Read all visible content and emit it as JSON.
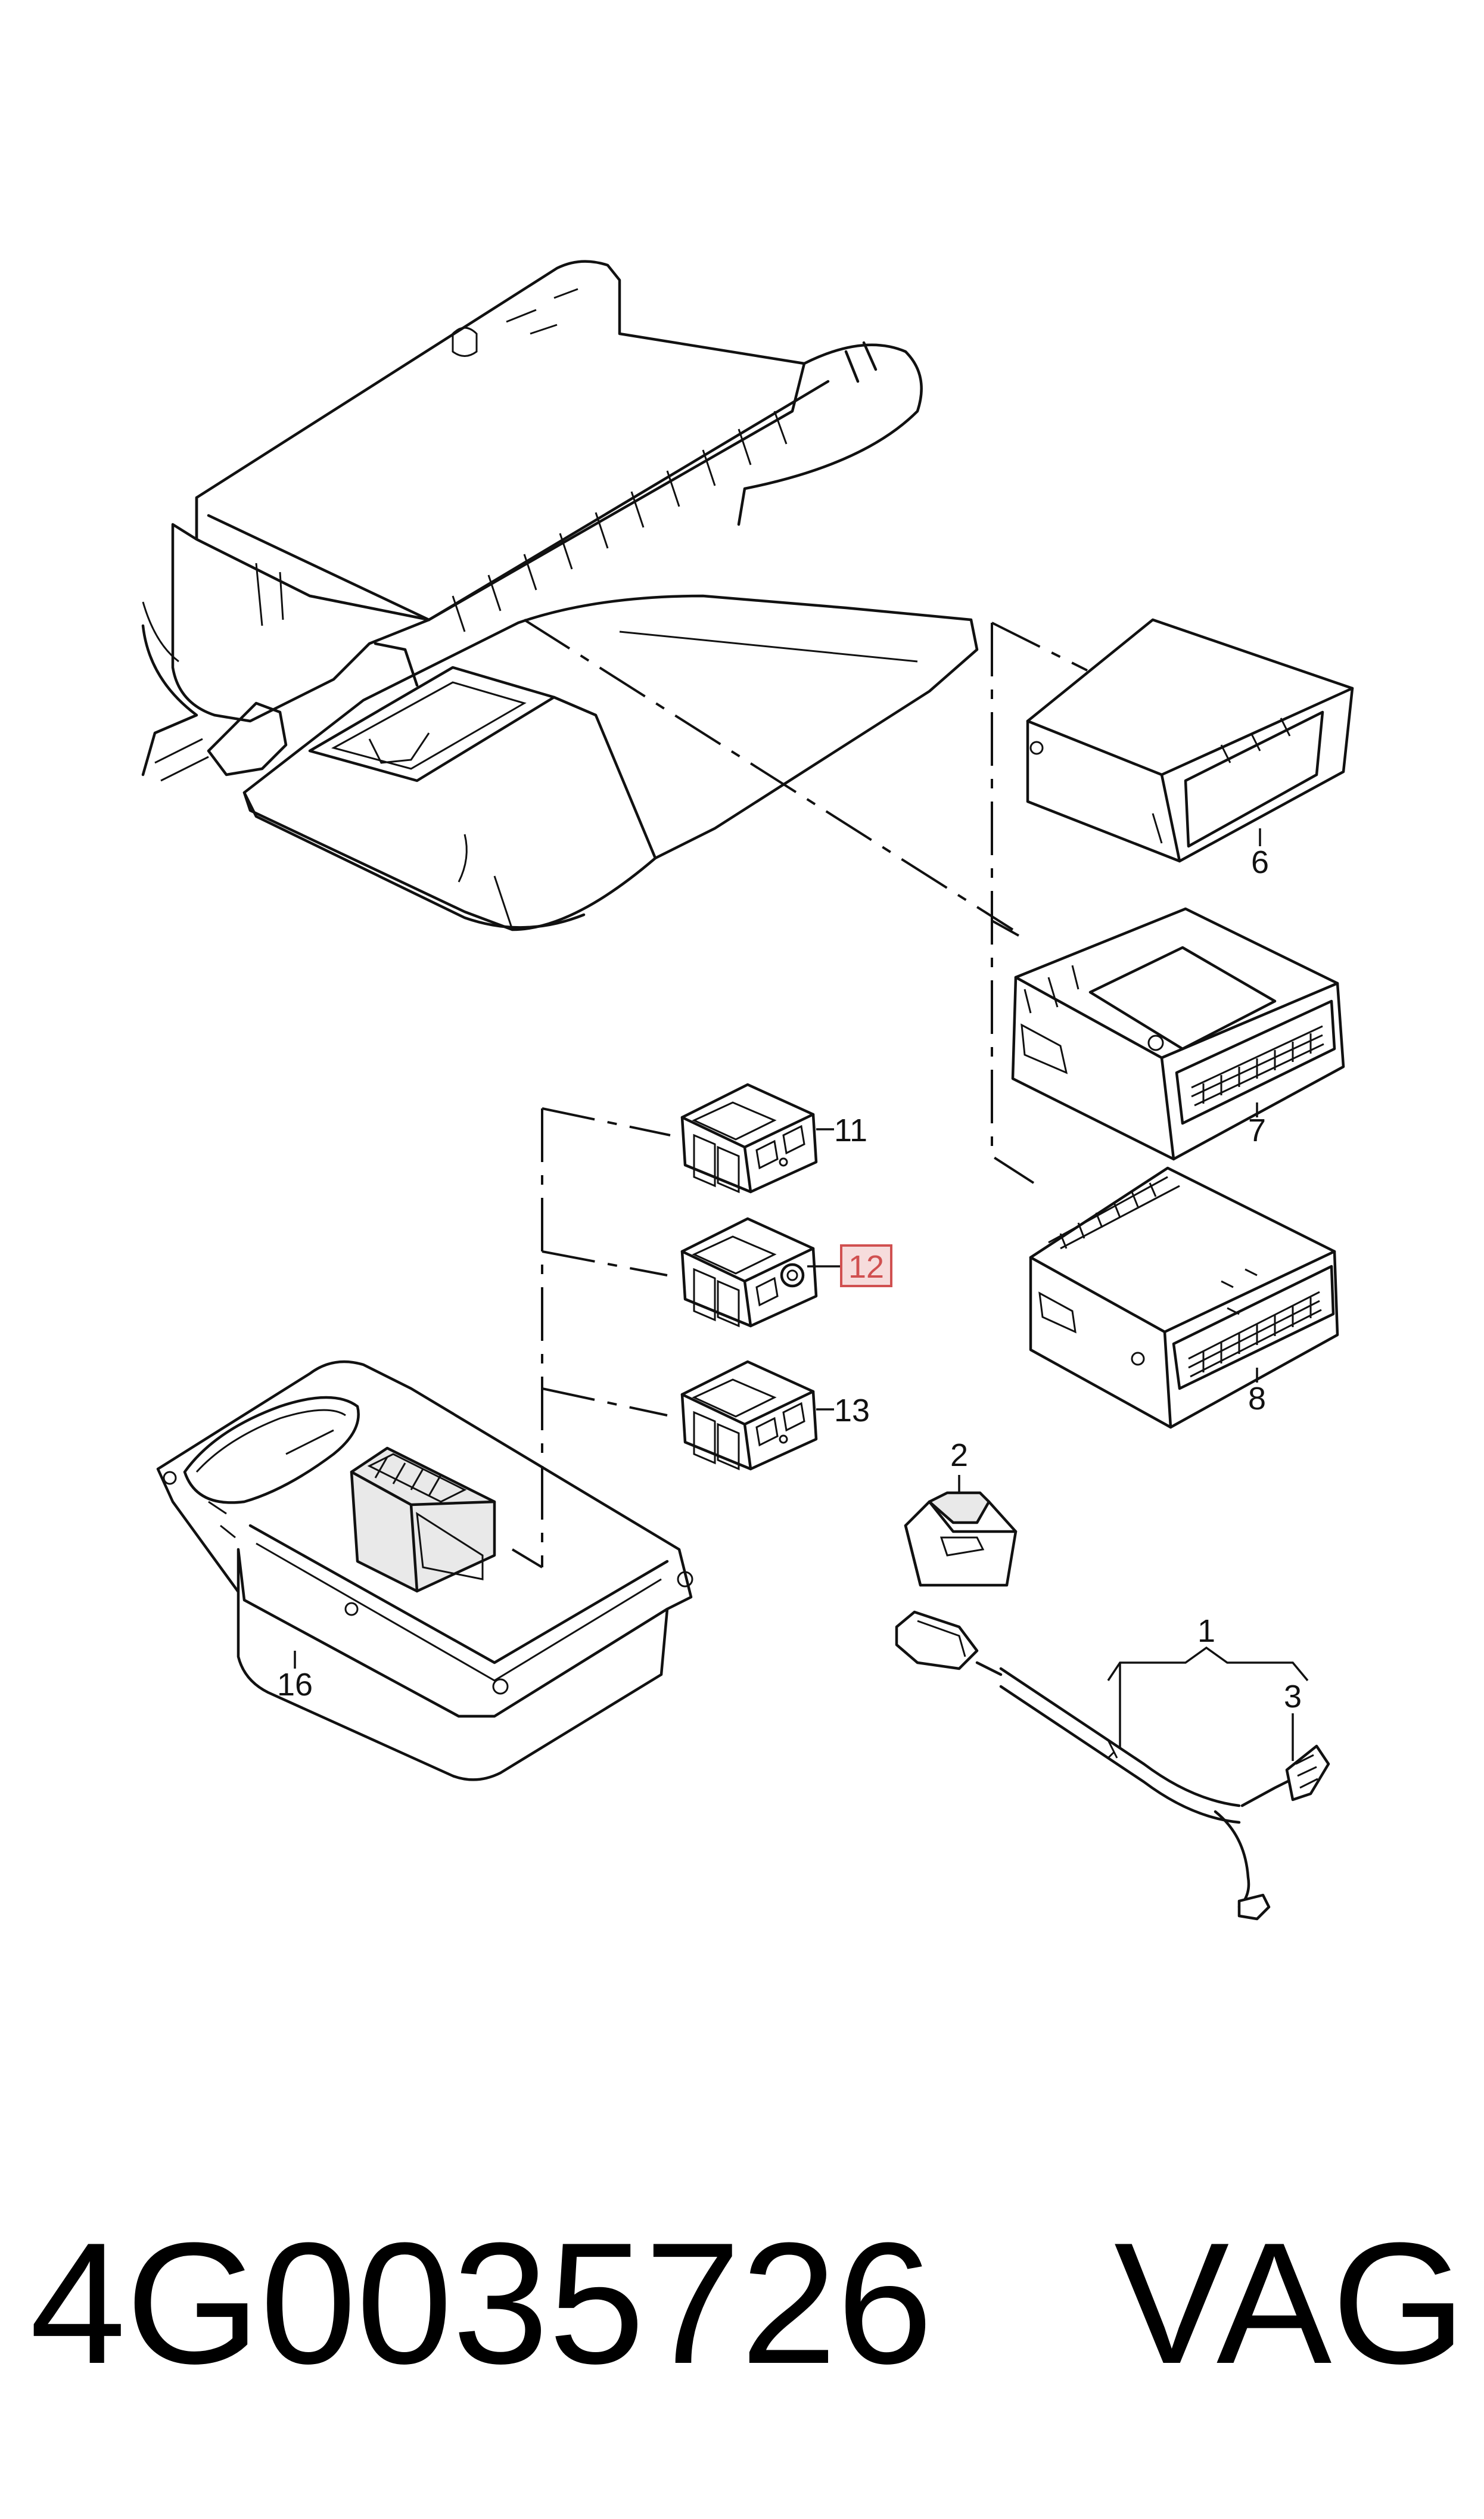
{
  "callouts": {
    "c1": "1",
    "c2": "2",
    "c3": "3",
    "c6": "6",
    "c7": "7",
    "c8": "8",
    "c11": "11",
    "c12": "12",
    "c13": "13",
    "c16": "16"
  },
  "highlighted_callout": "12",
  "colors": {
    "line": "#111111",
    "highlight_fill": "#f6dcdc",
    "highlight_stroke": "#d05050"
  },
  "footer": {
    "part_number": "4G0035726",
    "brand": "VAG"
  }
}
